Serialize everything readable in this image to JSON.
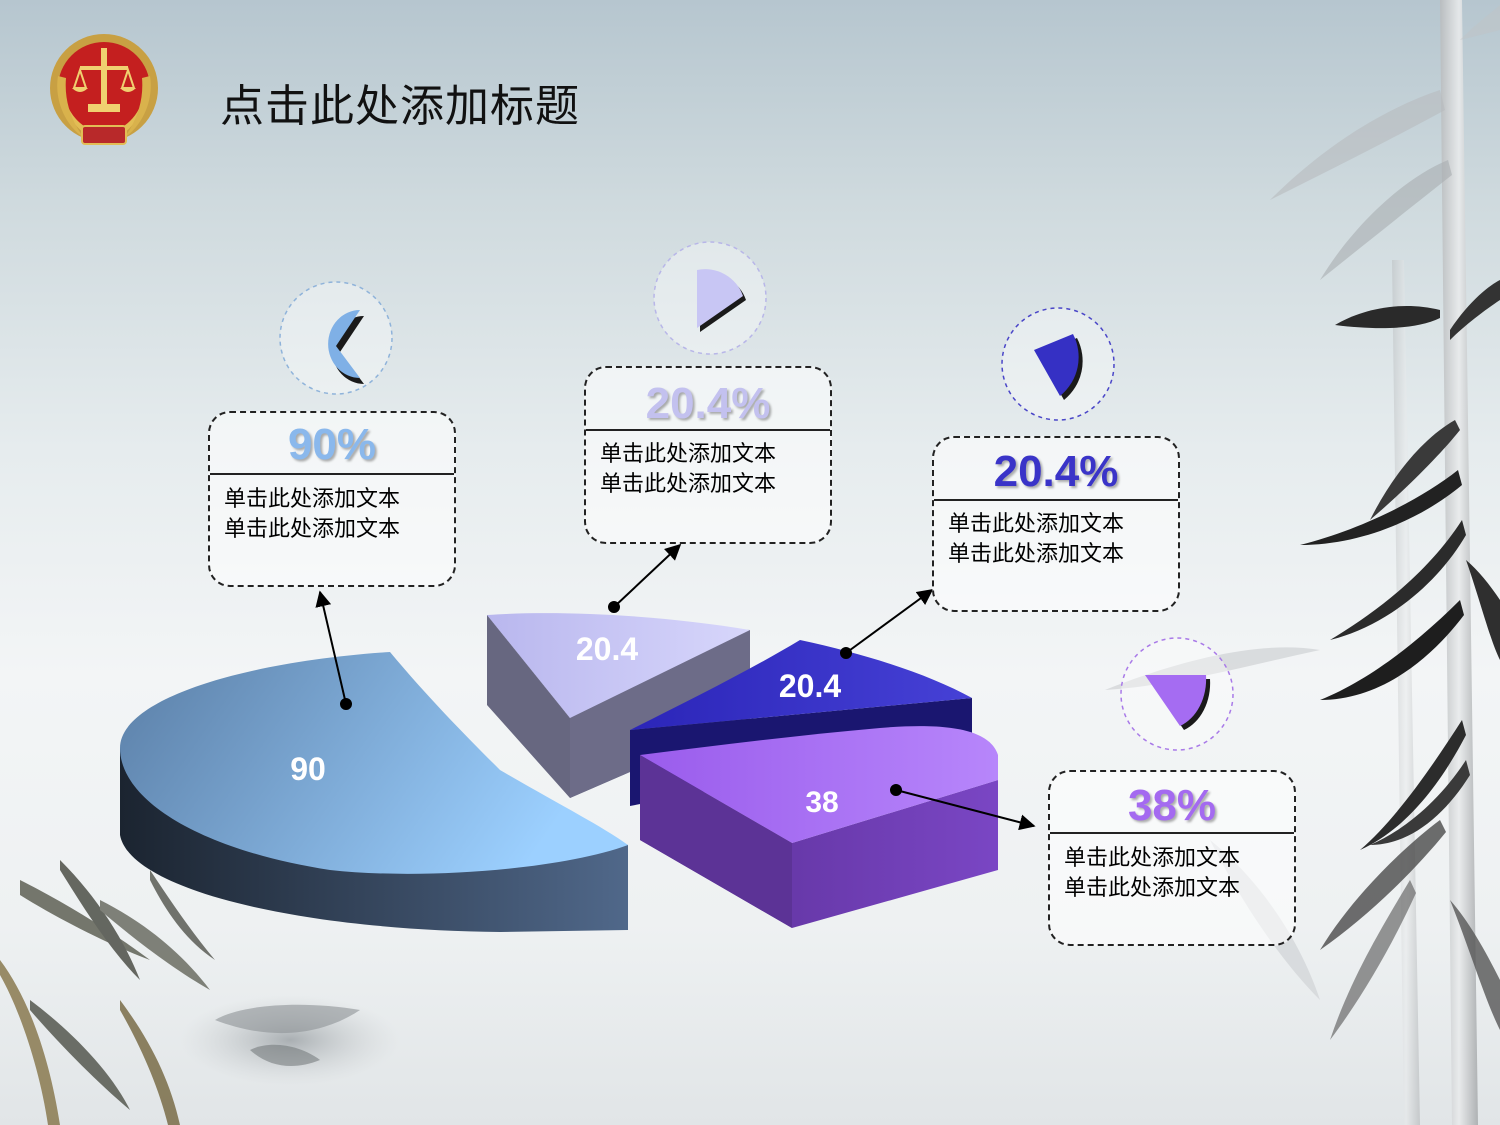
{
  "title": "点击此处添加标题",
  "chart_data": {
    "type": "pie",
    "categories": [
      "90",
      "20.4",
      "20.4",
      "38"
    ],
    "values": [
      90,
      20.4,
      20.4,
      38
    ],
    "colors": [
      "#7fb0e6",
      "#c8c6f4",
      "#3530c4",
      "#a56cf2"
    ],
    "data_labels": [
      "90",
      "20.4",
      "20.4",
      "38"
    ]
  },
  "callouts": [
    {
      "pct": "90%",
      "color": "#8ab8ec",
      "line1": "单击此处添加文本",
      "line2": "单击此处添加文本",
      "icon": "pie-segment-icon"
    },
    {
      "pct": "20.4%",
      "color": "#c3c1ef",
      "line1": "单击此处添加文本",
      "line2": "单击此处添加文本",
      "icon": "pie-segment-icon"
    },
    {
      "pct": "20.4%",
      "color": "#3a34c8",
      "line1": "单击此处添加文本",
      "line2": "单击此处添加文本",
      "icon": "pie-segment-icon"
    },
    {
      "pct": "38%",
      "color": "#a46af0",
      "line1": "单击此处添加文本",
      "line2": "单击此处添加文本",
      "icon": "pie-segment-icon"
    }
  ],
  "decor": {
    "emblem": "court-emblem-icon",
    "bamboo": "bamboo-painting",
    "fish": "ink-fish-painting"
  }
}
